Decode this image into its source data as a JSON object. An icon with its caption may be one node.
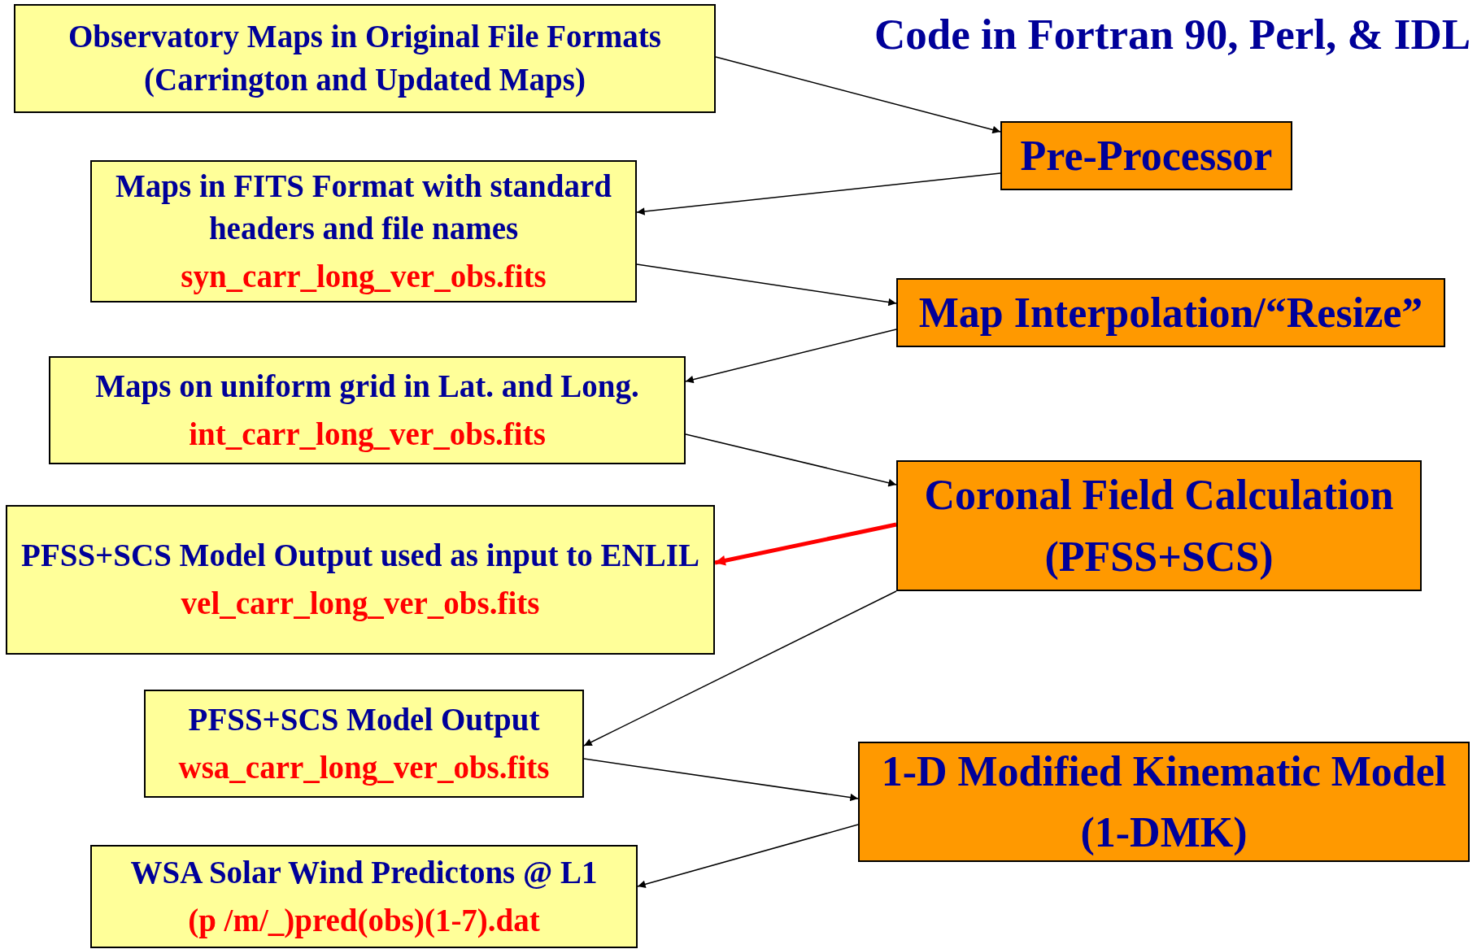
{
  "diagram": {
    "nodes": [
      {
        "text": [
          "Observatory Maps in Original File Formats (Carrington and Updated Maps)"
        ]
      },
      {
        "text": [
          "Pre-Processor"
        ]
      },
      {
        "text": [
          "Maps in FITS Format with standard headers and file names",
          "syn_carr_long_ver_obs.fits"
        ]
      },
      {
        "text": [
          "Map Interpolation/“Resize”"
        ]
      },
      {
        "text": [
          "Maps on uniform grid in Lat. and Long.",
          "int_carr_long_ver_obs.fits"
        ]
      },
      {
        "text": [
          "Coronal Field Calculation (PFSS+SCS)"
        ]
      },
      {
        "text": [
          "PFSS+SCS Model Output used as input to ENLIL",
          "vel_carr_long_ver_obs.fits"
        ]
      },
      {
        "text": [
          "PFSS+SCS Model Output",
          "wsa_carr_long_ver_obs.fits"
        ]
      },
      {
        "text": [
          "1-D Modified Kinematic Model (1-DMK)"
        ]
      },
      {
        "text": [
          "WSA Solar Wind Predictons @ L1",
          "(p /m/_)pred(obs)(1-7).dat"
        ]
      }
    ],
    "edges": [
      {
        "from": 0,
        "to": 1,
        "arrow": "to"
      },
      {
        "from": 1,
        "to": 2,
        "arrow": "to"
      },
      {
        "from": 2,
        "to": 3,
        "arrow": "to"
      },
      {
        "from": 3,
        "to": 4,
        "arrow": "to"
      },
      {
        "from": 4,
        "to": 5,
        "arrow": "to"
      },
      {
        "from": 5,
        "to": 6,
        "arrow": "to",
        "style": "thick",
        "color": "#ff0000"
      },
      {
        "from": 5,
        "to": 7,
        "arrow": "to"
      },
      {
        "from": 7,
        "to": 8,
        "arrow": "to"
      },
      {
        "from": 8,
        "to": 9,
        "arrow": "to"
      }
    ],
    "labels": [
      "Code in Fortran 90, Perl, & IDL"
    ]
  }
}
